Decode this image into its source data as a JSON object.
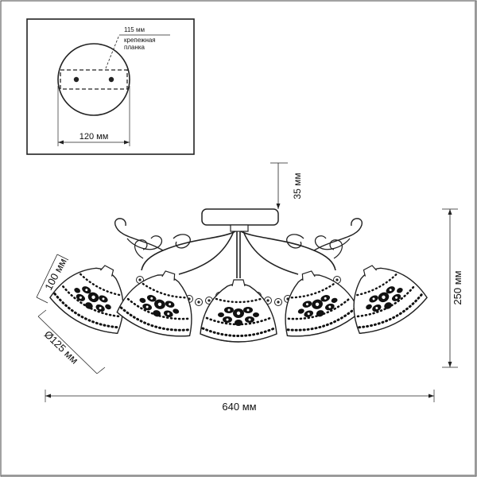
{
  "inset": {
    "plate_dim": "115 мм",
    "plate_label_line1": "крепежная",
    "plate_label_line2": "планка",
    "base_diameter": "120 мм"
  },
  "dimensions": {
    "stem_height": "35 мм",
    "shade_height": "100 мм",
    "shade_diameter": "Ø125 мм",
    "total_height": "250 мм",
    "total_width": "640 мм"
  }
}
